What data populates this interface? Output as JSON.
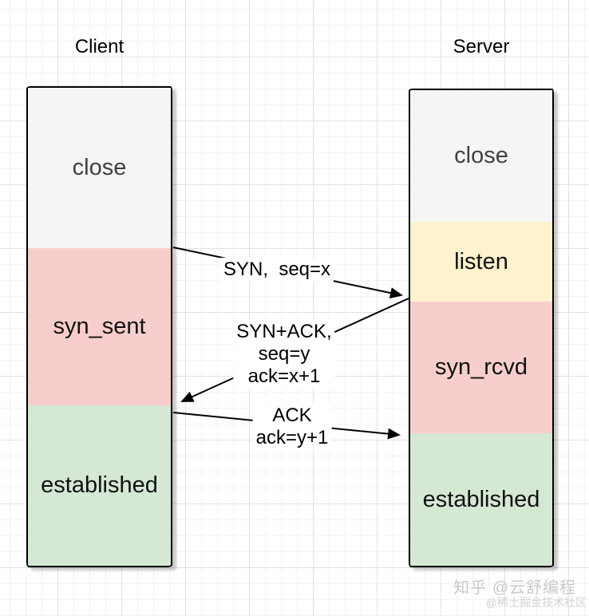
{
  "client": {
    "title": "Client",
    "states": [
      {
        "label": "close",
        "fill": "#f5f5f5",
        "text_color": "#404040"
      },
      {
        "label": "syn_sent",
        "fill": "#f8cecc",
        "text_color": "#111111"
      },
      {
        "label": "established",
        "fill": "#d5e8d4",
        "text_color": "#111111"
      }
    ]
  },
  "server": {
    "title": "Server",
    "states": [
      {
        "label": "close",
        "fill": "#f5f5f5",
        "text_color": "#404040"
      },
      {
        "label": "listen",
        "fill": "#fff2cc",
        "text_color": "#111111"
      },
      {
        "label": "syn_rcvd",
        "fill": "#f8cecc",
        "text_color": "#111111"
      },
      {
        "label": "established",
        "fill": "#d5e8d4",
        "text_color": "#111111"
      }
    ]
  },
  "messages": [
    {
      "label": "SYN,  seq=x",
      "from": "client",
      "to": "server"
    },
    {
      "label": "SYN+ACK,\nseq=y\nack=x+1",
      "from": "server",
      "to": "client"
    },
    {
      "label": "ACK\nack=y+1",
      "from": "client",
      "to": "server"
    }
  ],
  "arrow_color": "#000000",
  "watermark": {
    "line1": "知乎 @云舒编程",
    "line2": "@稀土掘金技术社区"
  }
}
